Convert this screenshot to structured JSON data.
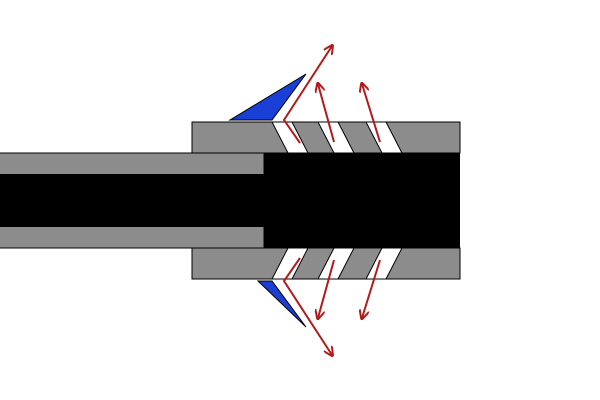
{
  "colors": {
    "background": "#ffffff",
    "core": "#000000",
    "sheath": "#8c8c8c",
    "outline": "#000000",
    "wedge": "#1a3fd6",
    "arrow": "#b31a1a"
  },
  "parts": {
    "wedges": 2,
    "slots_per_side": 3,
    "arrows": 6
  }
}
